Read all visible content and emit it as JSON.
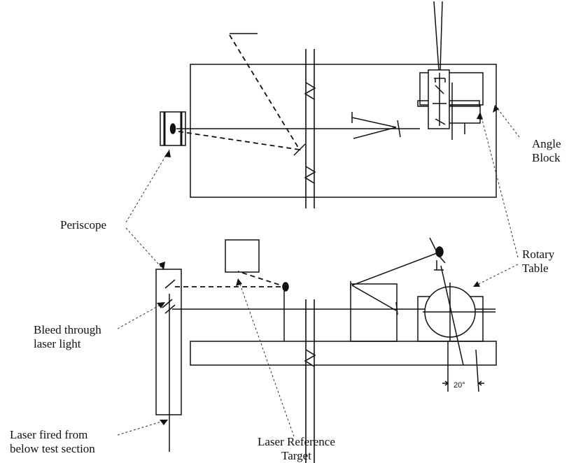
{
  "labels": {
    "angle_block": [
      "Angle",
      "Block"
    ],
    "periscope": "Periscope",
    "rotary_table": [
      "Rotary",
      "Table"
    ],
    "bleed_through": [
      "Bleed through",
      "laser light"
    ],
    "laser_fired": [
      "Laser fired from",
      "below test section"
    ],
    "laser_reference": [
      "Laser Reference",
      "Target"
    ],
    "angle_value": "20°"
  },
  "colors": {
    "line": "#111111",
    "background": "#ffffff"
  }
}
